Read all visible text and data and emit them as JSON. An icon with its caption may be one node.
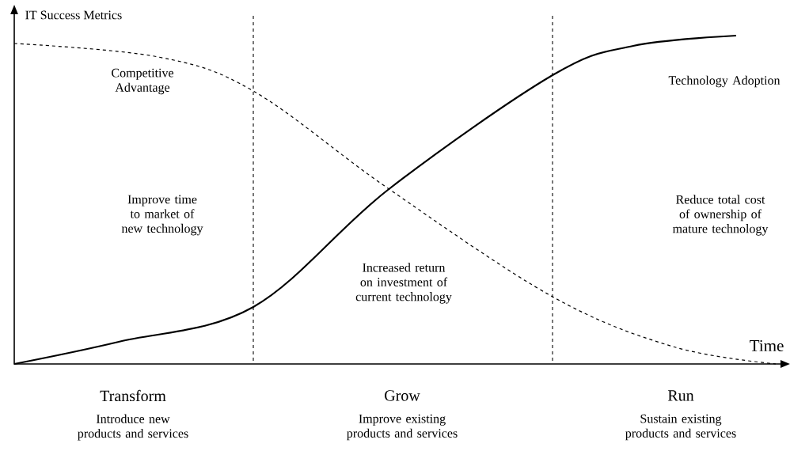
{
  "diagram": {
    "labels": [
      "IT Success Metrics",
      "Competitive Advantage",
      "Technology Adoption",
      "Improve time to market of new technology",
      "Reduce total cost of ownership of mature technology",
      "Increased return on investment of current technology",
      "Time",
      "Transform",
      "Introduce new products and services",
      "Grow",
      "Improve existing products and services",
      "Run",
      "Sustain existing products and services"
    ]
  }
}
